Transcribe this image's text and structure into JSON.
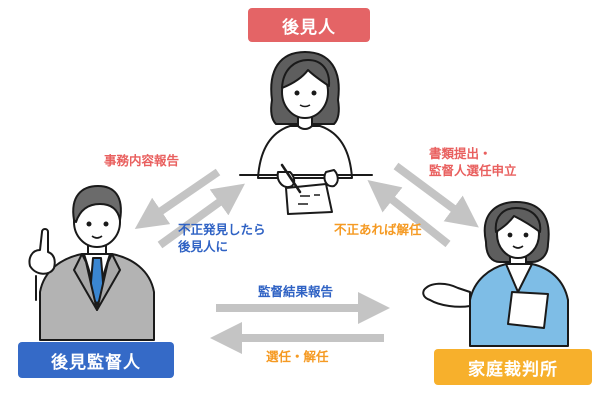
{
  "title_boxes": {
    "guardian": {
      "label": "後見人",
      "color": "#e46466"
    },
    "supervisor": {
      "label": "後見監督人",
      "color": "#356ac7"
    },
    "court": {
      "label": "家庭裁判所",
      "color": "#f7b02c"
    }
  },
  "arrow_labels": {
    "to_supervisor": {
      "text": "事務内容報告",
      "color": "#e9605f"
    },
    "to_guardian_from_supervisor": {
      "line1": "不正発見したら",
      "line2": "後見人に",
      "color": "#2f62c4"
    },
    "to_court": {
      "line1": "書類提出・",
      "line2": "監督人選任申立",
      "color": "#e9605f"
    },
    "to_guardian_from_court": {
      "text": "不正あれば解任",
      "color": "#f59a23"
    },
    "supervisor_to_court": {
      "text": "監督結果報告",
      "color": "#2f62c4"
    },
    "court_to_supervisor": {
      "text": "選任・解任",
      "color": "#f59a23"
    }
  },
  "arrow_color": "#c4c4c4",
  "figures": {
    "guardian": "woman-writing-document",
    "supervisor": "man-in-suit-pointing",
    "court": "woman-in-blue-jacket-gesturing"
  }
}
